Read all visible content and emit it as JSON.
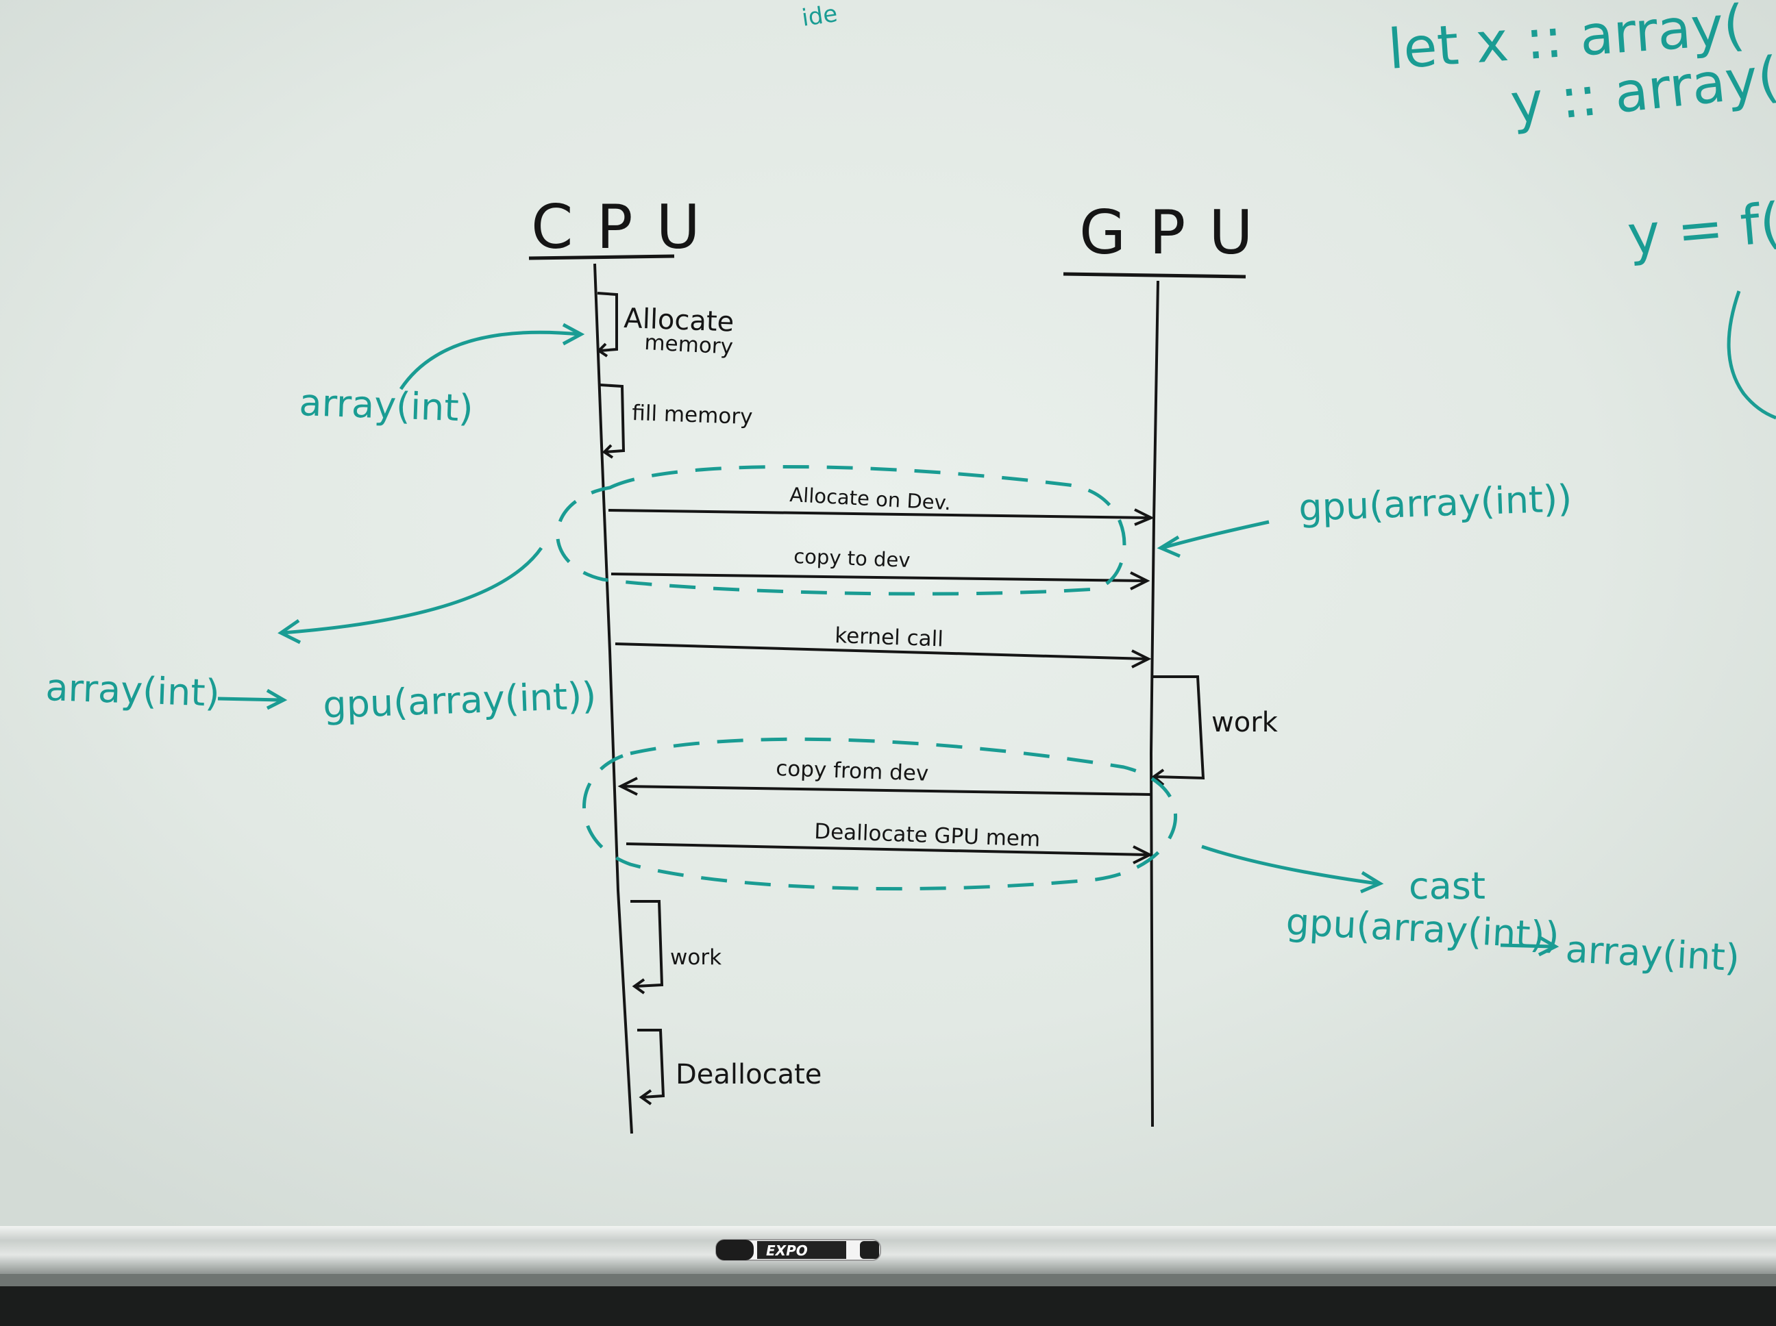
{
  "colors": {
    "board": "#e4ebe6",
    "ink": "#151515",
    "marker_teal": "#1a9c93",
    "tray": "#d7dbd8",
    "floor": "#1b1d1c"
  },
  "diagram": {
    "type": "sequence-diagram",
    "lifelines": [
      {
        "id": "cpu",
        "label": "CPU"
      },
      {
        "id": "gpu",
        "label": "GPU"
      }
    ],
    "self_steps": [
      {
        "id": "allocate-memory",
        "lifeline": "cpu",
        "label_line1": "Allocate",
        "label_line2": "memory"
      },
      {
        "id": "fill-memory",
        "lifeline": "cpu",
        "label": "fill memory"
      },
      {
        "id": "gpu-work",
        "lifeline": "gpu",
        "label": "work"
      },
      {
        "id": "cpu-work",
        "lifeline": "cpu",
        "label": "work"
      },
      {
        "id": "deallocate",
        "lifeline": "cpu",
        "label": "Deallocate"
      }
    ],
    "messages": [
      {
        "from": "cpu",
        "to": "gpu",
        "label": "Allocate on Dev."
      },
      {
        "from": "cpu",
        "to": "gpu",
        "label": "copy to dev"
      },
      {
        "from": "cpu",
        "to": "gpu",
        "label": "kernel call"
      },
      {
        "from": "gpu",
        "to": "cpu",
        "label": "copy from dev"
      },
      {
        "from": "cpu",
        "to": "gpu",
        "label": "Deallocate GPU mem"
      }
    ]
  },
  "annotations": {
    "cpu_memory_type": "array(int)",
    "gpu_memory_type": "gpu(array(int))",
    "conversion_from": "array(int)",
    "conversion_to": "gpu(array(int))",
    "cast_label": "cast",
    "cast_from": "gpu(array(int))",
    "cast_to": "array(int)",
    "top_right_line1": "let x :: array(",
    "top_right_line2": "y :: array(",
    "top_right_line3": "y = f(",
    "top_corner": "ide"
  },
  "marker": {
    "brand": "EXPO"
  }
}
